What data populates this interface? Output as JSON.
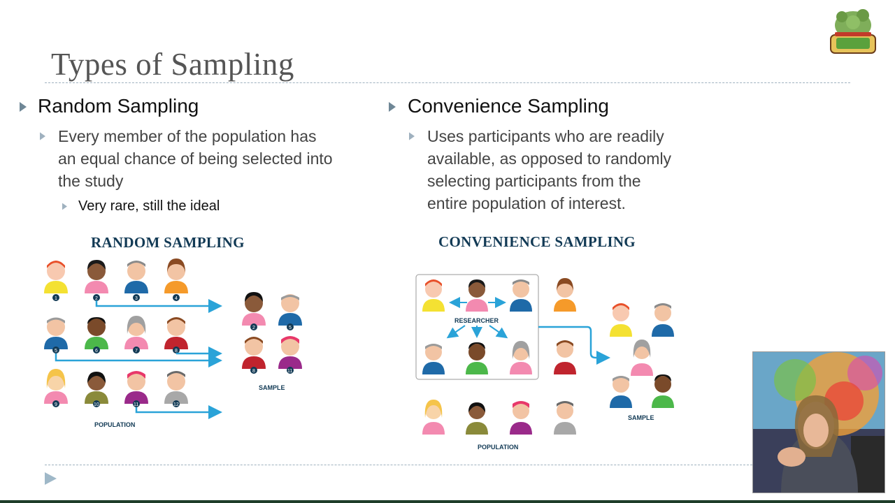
{
  "slide": {
    "title": "Types of Sampling"
  },
  "left": {
    "heading": "Random Sampling",
    "sub_lines": [
      "Every member of the population has",
      "an equal chance of being selected into",
      "the study"
    ],
    "note": "Very rare, still the ideal",
    "figure": {
      "title": "RANDOM SAMPLING",
      "population_label": "POPULATION",
      "sample_label": "SAMPLE",
      "numbers": [
        "1",
        "2",
        "3",
        "4",
        "5",
        "6",
        "7",
        "8",
        "9",
        "10",
        "11",
        "12"
      ],
      "sample_numbers": [
        "2",
        "5",
        "8",
        "11"
      ]
    }
  },
  "right": {
    "heading": "Convenience Sampling",
    "sub_lines": [
      "Uses participants who are readily",
      "available, as opposed to randomly",
      "selecting participants from the",
      "entire population of interest."
    ],
    "figure": {
      "title": "CONVENIENCE SAMPLING",
      "researcher_label": "RESEARCHER",
      "population_label": "POPULATION",
      "sample_label": "SAMPLE"
    }
  },
  "colors": {
    "title_gray": "#555555",
    "bullet": "#8aa0b0",
    "figure_navy": "#123a55",
    "arrow_blue": "#2aa3d8"
  },
  "icons": {
    "bullet": "triangle-bullet-icon",
    "nav": "play-triangle-icon",
    "logo": "hulk-logo",
    "people": "person-avatar-icon"
  }
}
